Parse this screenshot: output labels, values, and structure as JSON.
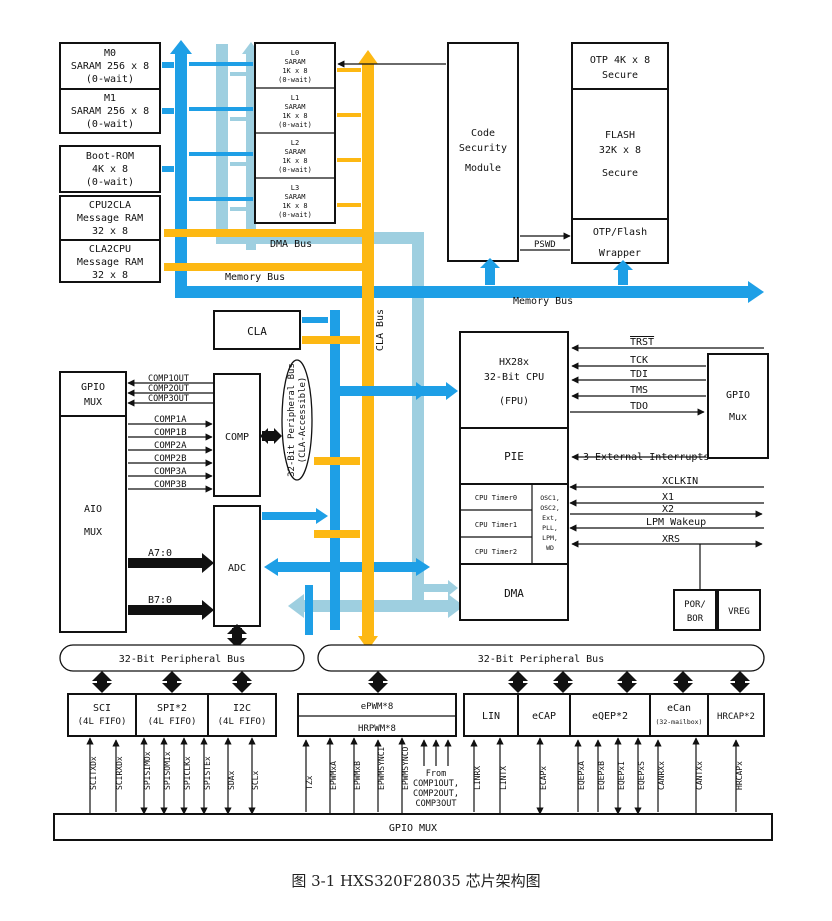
{
  "memory": {
    "m0": [
      "M0",
      "SARAM 256 x 8",
      "(0-wait)"
    ],
    "m1": [
      "M1",
      "SARAM 256 x 8",
      "(0-wait)"
    ],
    "bootrom": [
      "Boot-ROM",
      "4K x 8",
      "(0-wait)"
    ],
    "cpu2cla": [
      "CPU2CLA",
      "Message RAM",
      "32 x 8"
    ],
    "cla2cpu": [
      "CLA2CPU",
      "Message RAM",
      "32 x 8"
    ],
    "l0": [
      "L0",
      "SARAM",
      "1K x 8",
      "(0-wait)"
    ],
    "l1": [
      "L1",
      "SARAM",
      "1K x 8",
      "(0-wait)"
    ],
    "l2": [
      "L2",
      "SARAM",
      "1K x 8",
      "(0-wait)"
    ],
    "l3": [
      "L3",
      "SARAM",
      "1K x 8",
      "(0-wait)"
    ],
    "csm": [
      "Code",
      "Security",
      "Module"
    ],
    "otp": [
      "OTP 4K x 8",
      "Secure"
    ],
    "flash": [
      "FLASH",
      "32K x 8",
      "Secure"
    ],
    "wrapper": [
      "OTP/Flash",
      "Wrapper"
    ],
    "pswd": "PSWD"
  },
  "buses": {
    "dma": "DMA Bus",
    "memory_left": "Memory Bus",
    "memory_right": "Memory Bus",
    "cla_bus": "CLA Bus",
    "periph_vertical": "32-Bit Peripheral Bus",
    "periph_vertical_sub": "(CLA-Accessible)",
    "periph_left": "32-Bit Peripheral Bus",
    "periph_right": "32-Bit Peripheral Bus"
  },
  "blocks": {
    "cla": "CLA",
    "gpio_mux_top": [
      "GPIO",
      "MUX"
    ],
    "aio_mux": [
      "AIO",
      "MUX"
    ],
    "comp": "COMP",
    "adc": "ADC",
    "cpu": [
      "HX28x",
      "32-Bit CPU",
      "(FPU)"
    ],
    "pie": "PIE",
    "timers": [
      "CPU Timer0",
      "CPU Timer1",
      "CPU Timer2"
    ],
    "osc": [
      "OSC1,",
      "OSC2,",
      "Ext,",
      "PLL,",
      "LPM,",
      "WD"
    ],
    "dma": "DMA",
    "gpio_right": [
      "GPIO",
      "Mux"
    ],
    "por": [
      "POR/",
      "BOR"
    ],
    "vreg": "VREG"
  },
  "signals": {
    "comp_out": [
      "COMP1OUT",
      "COMP2OUT",
      "COMP3OUT"
    ],
    "comp_in": [
      "COMP1A",
      "COMP1B",
      "COMP2A",
      "COMP2B",
      "COMP3A",
      "COMP3B"
    ],
    "a_bus": "A7:0",
    "b_bus": "B7:0",
    "jtag": [
      "TRST",
      "TCK",
      "TDI",
      "TMS",
      "TDO"
    ],
    "ext_int": "3 External Interrupts",
    "clock": [
      "XCLKIN",
      "X1",
      "X2",
      "LPM Wakeup",
      "XRS"
    ]
  },
  "peripherals": {
    "sci": [
      "SCI",
      "(4L FIFO)"
    ],
    "spi": [
      "SPI*2",
      "(4L FIFO)"
    ],
    "i2c": [
      "I2C",
      "(4L FIFO)"
    ],
    "epwm": "ePWM*8",
    "hrpwm": "HRPWM*8",
    "lin": "LIN",
    "ecap": "eCAP",
    "eqep": "eQEP*2",
    "ecan": [
      "eCan",
      "(32-mailbox)"
    ],
    "hrcap": "HRCAP*2"
  },
  "pins": {
    "sci": [
      "SCITXDx",
      "SCIRXDx"
    ],
    "spi": [
      "SPISIMOx",
      "SPISOMIx",
      "SPICLKx",
      "SPISTEx"
    ],
    "i2c": [
      "SDAx",
      "SCLx"
    ],
    "epwm": [
      "TZx",
      "EPWMxA",
      "EPWMxB",
      "EPWMSYNCI",
      "EPWMSYNCO"
    ],
    "from": [
      "From",
      "COMP1OUT,",
      "COMP2OUT,",
      "COMP3OUT"
    ],
    "lin": [
      "LINRX",
      "LINTX"
    ],
    "ecap": [
      "ECAPx"
    ],
    "eqep": [
      "EQEPxA",
      "EQEPxB",
      "EQEPxI",
      "EQEPxS"
    ],
    "ecan": [
      "CANRXx",
      "CANTXx"
    ],
    "hrcap": [
      "HRCAPx"
    ]
  },
  "gpio_mux_bottom": "GPIO MUX",
  "caption": "图 3-1 HXS320F28035 芯片架构图"
}
